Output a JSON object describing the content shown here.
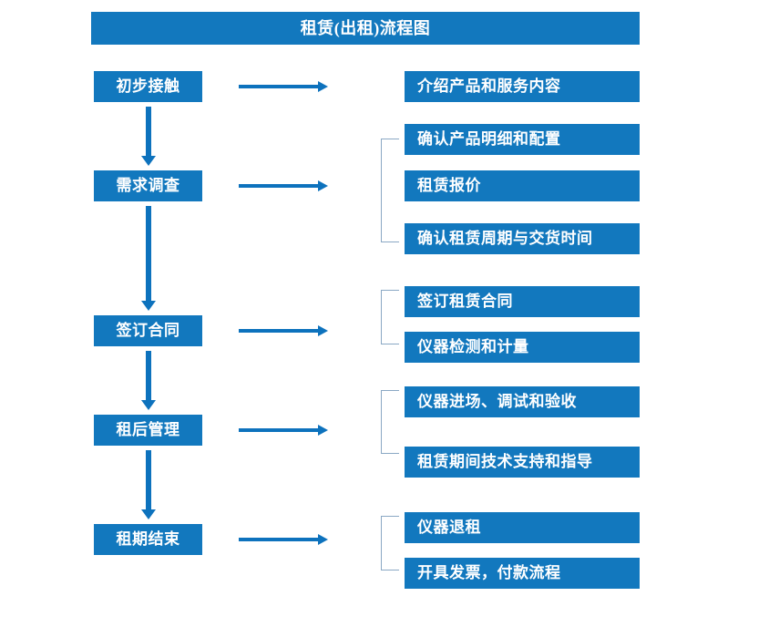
{
  "chart_data": {
    "type": "diagram",
    "title": "租赁(出租)流程图",
    "diagram_kind": "flowchart",
    "orientation": "vertical-with-side-details",
    "accent_color": "#1278be",
    "arrow_color": "#0d72bd",
    "bracket_color": "#8aa8c4",
    "text_color": "#ffffff",
    "background_color": "#ffffff",
    "stages": [
      {
        "label": "初步接触",
        "details": [
          "介绍产品和服务内容"
        ],
        "bracketed": false
      },
      {
        "label": "需求调查",
        "details": [
          "确认产品明细和配置",
          "租赁报价",
          "确认租赁周期与交货时间"
        ],
        "bracketed": true
      },
      {
        "label": "签订合同",
        "details": [
          "签订租赁合同",
          "仪器检测和计量"
        ],
        "bracketed": true
      },
      {
        "label": "租后管理",
        "details": [
          "仪器进场、调试和验收",
          "租赁期间技术支持和指导"
        ],
        "bracketed": true
      },
      {
        "label": "租期结束",
        "details": [
          "仪器退租",
          "开具发票，付款流程"
        ],
        "bracketed": true
      }
    ]
  },
  "title": {
    "text": "租赁(出租)流程图"
  },
  "stages": [
    {
      "label": "初步接触"
    },
    {
      "label": "需求调查"
    },
    {
      "label": "签订合同"
    },
    {
      "label": "租后管理"
    },
    {
      "label": "租期结束"
    }
  ],
  "details": [
    {
      "label": "介绍产品和服务内容"
    },
    {
      "label": "确认产品明细和配置"
    },
    {
      "label": "租赁报价"
    },
    {
      "label": "确认租赁周期与交货时间"
    },
    {
      "label": "签订租赁合同"
    },
    {
      "label": "仪器检测和计量"
    },
    {
      "label": "仪器进场、调试和验收"
    },
    {
      "label": "租赁期间技术支持和指导"
    },
    {
      "label": "仪器退租"
    },
    {
      "label": "开具发票，付款流程"
    }
  ]
}
